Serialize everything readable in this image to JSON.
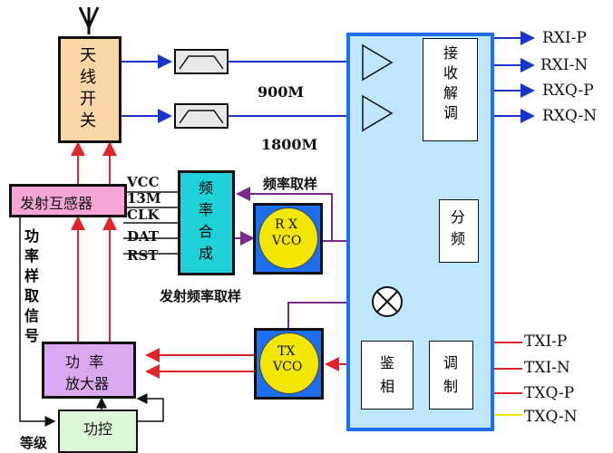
{
  "antenna_switch": {
    "label": "天线开关"
  },
  "band_labels": {
    "low": "900M",
    "high": "1800M"
  },
  "tx_coupler": {
    "label": "发射互感器"
  },
  "power_sample": {
    "label": "功率样取信号"
  },
  "control_pins": [
    "VCC",
    "13M",
    "CLK",
    "DAT",
    "RST"
  ],
  "synth": {
    "label": "频率合成"
  },
  "freq_sample_label": "频率取样",
  "tx_freq_sample_label": "发射频率取样",
  "rx_vco": {
    "line1": "R X",
    "line2": "VCO"
  },
  "tx_vco": {
    "line1": "TX",
    "line2": "VCO"
  },
  "demod": {
    "label": "接收解调"
  },
  "divider": {
    "label": "分频"
  },
  "phase_det": {
    "label": "鉴相"
  },
  "modulator": {
    "label": "调制"
  },
  "power_amp": {
    "line1": "功  率",
    "line2": "放大器"
  },
  "power_ctrl": {
    "label": "功控"
  },
  "level_label": "等级",
  "rx_outputs": [
    "RXI-P",
    "RXI-N",
    "RXQ-P",
    "RXQ-N"
  ],
  "tx_inputs": [
    "TXI-P",
    "TXI-N",
    "TXQ-P",
    "TXQ-N"
  ],
  "colors": {
    "rf_blue": "#1a34c8",
    "rf_red": "#e0242b",
    "sample_purple": "#7a2a8a",
    "chip_blue": "#1e6ef0",
    "chip_fill": "#bfe6ff",
    "switch_fill": "#fbd7a8",
    "vco_yellow": "#f3e600",
    "synth_teal": "#1fd2d8",
    "pa_violet": "#d9a8f0",
    "coupler_pink": "#f6a6d6"
  }
}
